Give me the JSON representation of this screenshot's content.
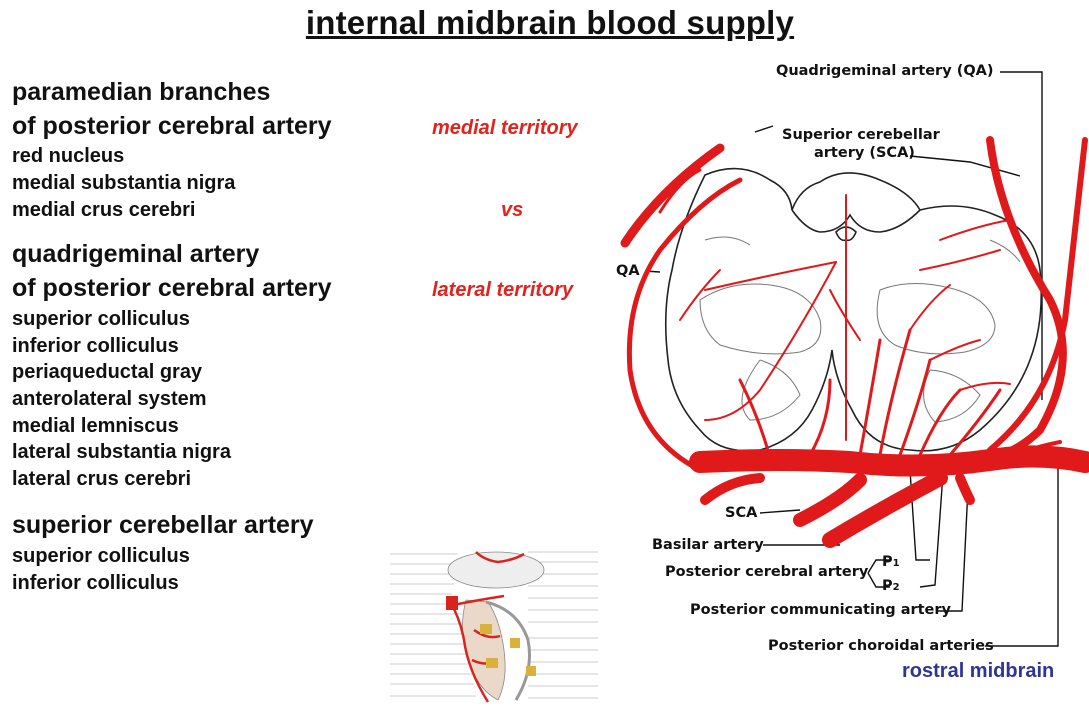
{
  "title": "internal midbrain blood supply",
  "section1": {
    "heading_line1": "paramedian branches",
    "heading_line2": "of posterior cerebral artery",
    "tag": "medial territory",
    "items": [
      "red nucleus",
      "medial substantia nigra",
      "medial crus cerebri"
    ]
  },
  "vs": "vs",
  "section2": {
    "heading_line1": "quadrigeminal artery",
    "heading_line2": "of posterior cerebral artery",
    "tag": "lateral territory",
    "items": [
      "superior colliculus",
      "inferior colliculus",
      "periaqueductal gray",
      "anterolateral system",
      "medial lemniscus",
      "lateral substantia nigra",
      "lateral crus cerebri"
    ]
  },
  "section3": {
    "heading": "superior cerebellar artery",
    "items": [
      "superior colliculus",
      "inferior colliculus"
    ]
  },
  "diagram": {
    "labels": {
      "quadrigeminal_artery": "Quadrigeminal artery (QA)",
      "superior_cerebellar_1": "Superior cerebellar",
      "superior_cerebellar_2": "artery (SCA)",
      "qa": "QA",
      "sca": "SCA",
      "basilar": "Basilar artery",
      "posterior_cerebral": "Posterior cerebral artery",
      "p": "P",
      "p1_sub": "1",
      "p2_sub": "2",
      "posterior_communicating": "Posterior communicating artery",
      "posterior_choroidal": "Posterior choroidal arteries"
    },
    "artery_color": "#e0191b"
  },
  "caption": "rostral midbrain"
}
